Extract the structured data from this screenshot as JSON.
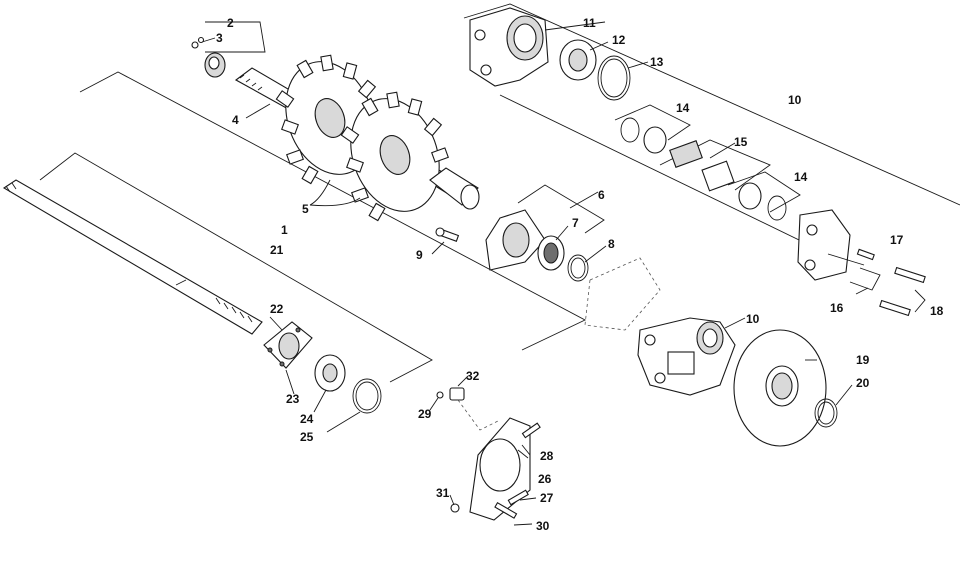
{
  "diagram": {
    "callouts": [
      {
        "id": "c1",
        "label": "1"
      },
      {
        "id": "c2",
        "label": "2"
      },
      {
        "id": "c3",
        "label": "3"
      },
      {
        "id": "c4",
        "label": "4"
      },
      {
        "id": "c5",
        "label": "5"
      },
      {
        "id": "c6",
        "label": "6"
      },
      {
        "id": "c7",
        "label": "7"
      },
      {
        "id": "c8",
        "label": "8"
      },
      {
        "id": "c9",
        "label": "9"
      },
      {
        "id": "c10a",
        "label": "10"
      },
      {
        "id": "c10b",
        "label": "10"
      },
      {
        "id": "c11",
        "label": "11"
      },
      {
        "id": "c12",
        "label": "12"
      },
      {
        "id": "c13",
        "label": "13"
      },
      {
        "id": "c14a",
        "label": "14"
      },
      {
        "id": "c14b",
        "label": "14"
      },
      {
        "id": "c15",
        "label": "15"
      },
      {
        "id": "c16",
        "label": "16"
      },
      {
        "id": "c17",
        "label": "17"
      },
      {
        "id": "c18",
        "label": "18"
      },
      {
        "id": "c19",
        "label": "19"
      },
      {
        "id": "c20",
        "label": "20"
      },
      {
        "id": "c21",
        "label": "21"
      },
      {
        "id": "c22",
        "label": "22"
      },
      {
        "id": "c23",
        "label": "23"
      },
      {
        "id": "c24",
        "label": "24"
      },
      {
        "id": "c25",
        "label": "25"
      },
      {
        "id": "c26",
        "label": "26"
      },
      {
        "id": "c27",
        "label": "27"
      },
      {
        "id": "c28",
        "label": "28"
      },
      {
        "id": "c29",
        "label": "29"
      },
      {
        "id": "c30",
        "label": "30"
      },
      {
        "id": "c31",
        "label": "31"
      },
      {
        "id": "c32",
        "label": "32"
      }
    ]
  }
}
